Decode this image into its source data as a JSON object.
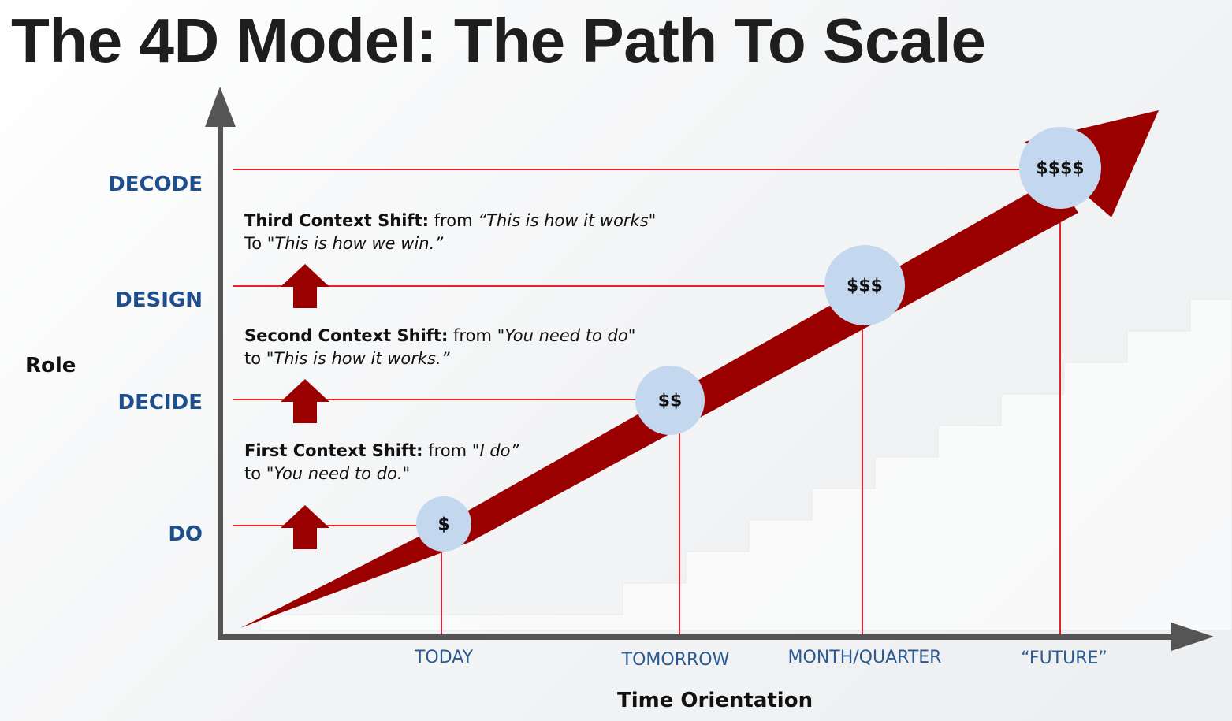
{
  "title": "The 4D Model: The Path To Scale",
  "y_axis_title": "Role",
  "x_axis_title": "Time Orientation",
  "roles": [
    {
      "key": "decode",
      "label": "DECODE"
    },
    {
      "key": "design",
      "label": "DESIGN"
    },
    {
      "key": "decide",
      "label": "DECIDE"
    },
    {
      "key": "do",
      "label": "DO"
    }
  ],
  "time_points": [
    {
      "key": "today",
      "label": "TODAY"
    },
    {
      "key": "tomorrow",
      "label": "TOMORROW"
    },
    {
      "key": "month_quarter",
      "label": "MONTH/QUARTER"
    },
    {
      "key": "future",
      "label": "“FUTURE”"
    }
  ],
  "milestones": [
    {
      "label": "$",
      "role": "DO",
      "time": "TODAY"
    },
    {
      "label": "$$",
      "role": "DECIDE",
      "time": "TOMORROW"
    },
    {
      "label": "$$$",
      "role": "DESIGN",
      "time": "MONTH/QUARTER"
    },
    {
      "label": "$$$$",
      "role": "DECODE",
      "time": "“FUTURE”"
    }
  ],
  "context_shifts": [
    {
      "heading": "First Context Shift:",
      "line1_pre": " from ",
      "line1_quote": "\"I do”",
      "line2_pre": "to ",
      "line2_quote": "\"You need to do.\""
    },
    {
      "heading": "Second Context Shift:",
      "line1_pre": " from ",
      "line1_quote": "\"You need to do\"",
      "line2_pre": "to ",
      "line2_quote": "\"This is how it works.”"
    },
    {
      "heading": "Third Context Shift:",
      "line1_pre": " from ",
      "line1_quote": "“This is how it works\"",
      "line2_pre": "To ",
      "line2_quote": "\"This is how we win.”"
    }
  ],
  "colors": {
    "title": "#1e1e1e",
    "role_label": "#1f4e8c",
    "time_label": "#2b5a92",
    "guide_line": "#e8212b",
    "growth_arrow": "#9b0000",
    "milestone_circle": "#c3d8ef",
    "axis": "#555555"
  }
}
